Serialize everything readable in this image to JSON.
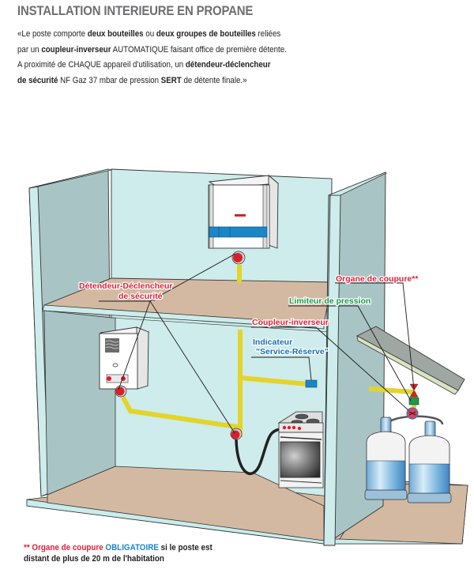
{
  "header": {
    "title": "INSTALLATION INTERIEURE EN PROPANE"
  },
  "intro": {
    "line1": [
      {
        "text": "«Le poste comporte ",
        "bold": false
      },
      {
        "text": "deux bouteilles",
        "bold": true
      },
      {
        "text": " ou ",
        "bold": false
      },
      {
        "text": "deux groupes de bouteilles",
        "bold": true
      },
      {
        "text": " reliées",
        "bold": false
      }
    ],
    "line2": [
      {
        "text": "par un ",
        "bold": false
      },
      {
        "text": "coupleur-inverseur",
        "bold": true
      },
      {
        "text": " AUTOMATIQUE faisant office de première détente.",
        "bold": false
      }
    ],
    "line3": [
      {
        "text": "A proximité de CHAQUE appareil d'utilisation, un ",
        "bold": false
      },
      {
        "text": "détendeur-déclencheur",
        "bold": true
      }
    ],
    "line4": [
      {
        "text": "de sécurité",
        "bold": true
      },
      {
        "text": " NF Gaz 37 mbar de pression ",
        "bold": false
      },
      {
        "text": "SERT",
        "bold": true
      },
      {
        "text": " de détente finale.»",
        "bold": false
      }
    ]
  },
  "diagram": {
    "labels": {
      "detendeur_line1": "Détendeur-Déclencheur",
      "detendeur_line2": "de sécurité",
      "organe": "Organe de coupure**",
      "limiteur": "Limiteur de pression",
      "coupleur": "Coupleur-inverseur",
      "indicateur_line1": "Indicateur",
      "indicateur_line2": "\"Service-Réserve\""
    },
    "appliances": [
      "wall-boiler",
      "water-heater",
      "gas-cooker",
      "propane-bottle-1",
      "propane-bottle-2"
    ],
    "colors": {
      "wall_light": "#cdeceb",
      "wall_shade": "#a9c4c4",
      "floor": "#d4b9a2",
      "gas_pipe": "#e3d42b",
      "safety_device": "#d9202a",
      "label_red": "#e2203a",
      "label_green": "#1a9a4a",
      "label_blue": "#1a6fb8"
    }
  },
  "footnote": {
    "stars": "** ",
    "organe": "Organe de coupure ",
    "obligatoire": "OBLIGATOIRE",
    "rest1": " si le poste est",
    "line2": "distant de plus de 20 m de l'habitation"
  }
}
